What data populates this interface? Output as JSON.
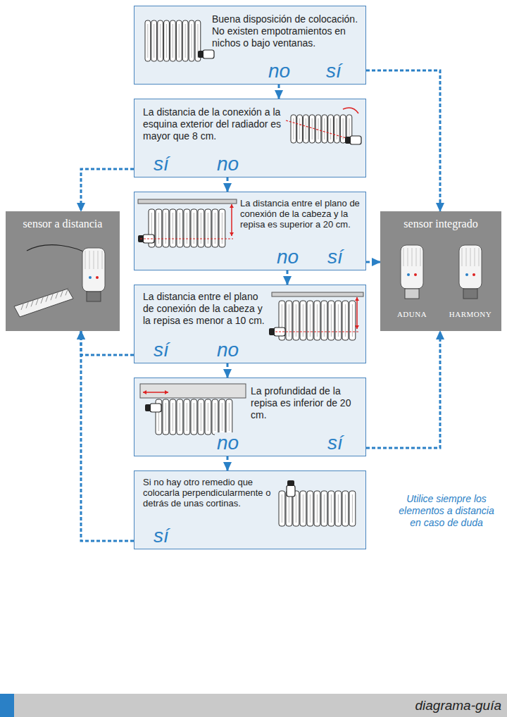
{
  "diagram": {
    "nodes": [
      {
        "text": [
          "Buena disposición de colocación. No existen empotramientos en nichos o bajo ventanas."
        ]
      },
      {
        "text": [
          "La distancia de la conexión a la esquina exterior del radiador es mayor que 8 cm."
        ]
      },
      {
        "text": [
          "La distancia entre el plano de conexión de la cabeza y la repisa es superior a 20 cm."
        ]
      },
      {
        "text": [
          "La distancia entre el plano de conexión de la cabeza y la repisa es menor a 10 cm."
        ]
      },
      {
        "text": [
          "La profundidad de la repisa es inferior de 20 cm."
        ]
      },
      {
        "text": [
          "Si no hay otro remedio que colocarla perpendicularmente o detrás de unas cortinas."
        ]
      },
      {
        "text": [
          "sensor a distancia"
        ]
      },
      {
        "text": [
          "sensor integrado",
          "ADUNA",
          "HARMONY"
        ]
      }
    ],
    "edges": [
      {
        "from": 0,
        "to": 1,
        "label": "no",
        "arrow": "to"
      },
      {
        "from": 0,
        "to": 7,
        "label": "sí",
        "arrow": "to"
      },
      {
        "from": 1,
        "to": 6,
        "label": "sí",
        "arrow": "to"
      },
      {
        "from": 1,
        "to": 2,
        "label": "no",
        "arrow": "to"
      },
      {
        "from": 2,
        "to": 7,
        "label": "sí",
        "arrow": "to"
      },
      {
        "from": 2,
        "to": 3,
        "label": "no",
        "arrow": "to"
      },
      {
        "from": 3,
        "to": 6,
        "label": "sí",
        "arrow": "to"
      },
      {
        "from": 3,
        "to": 4,
        "label": "no",
        "arrow": "to"
      },
      {
        "from": 4,
        "to": 7,
        "label": "sí",
        "arrow": "to"
      },
      {
        "from": 4,
        "to": 5,
        "label": "no",
        "arrow": "to"
      },
      {
        "from": 5,
        "to": 6,
        "label": "sí",
        "arrow": "to"
      }
    ],
    "labels": [
      "Utilice siempre los elementos a distancia en caso de duda",
      "diagrama-guía"
    ]
  }
}
